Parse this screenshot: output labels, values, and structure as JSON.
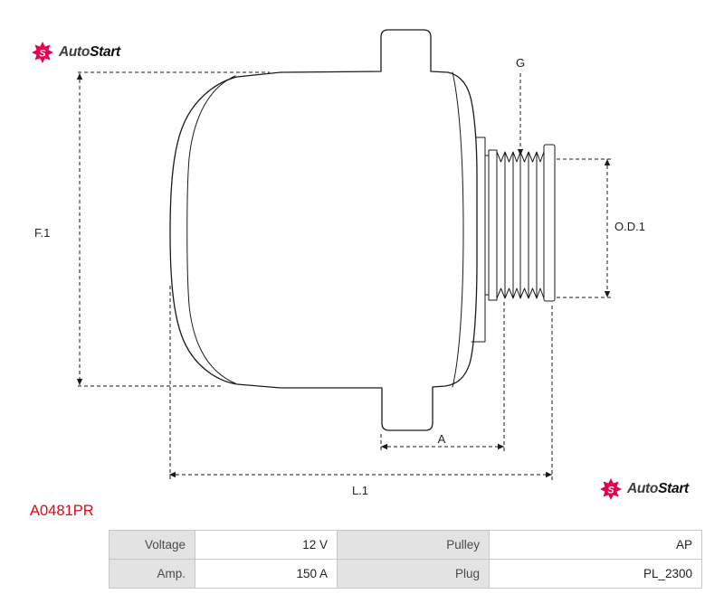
{
  "brand": {
    "name_part1": "Auto",
    "name_part2": "Start",
    "icon": "gear-starburst-with-s"
  },
  "part_number": "A0481PR",
  "diagram": {
    "type": "alternator-side-view-technical-drawing",
    "labels": {
      "f1": "F.1",
      "g": "G",
      "od1": "O.D.1",
      "a": "A",
      "l1": "L.1"
    }
  },
  "specs": {
    "rows": [
      {
        "label1": "Voltage",
        "value1": "12 V",
        "label2": "Pulley",
        "value2": "AP"
      },
      {
        "label1": "Amp.",
        "value1": "150 A",
        "label2": "Plug",
        "value2": "PL_2300"
      }
    ]
  },
  "colors": {
    "accent_icon": "#e6004e",
    "part_number": "#e30613",
    "line": "#1a1a1a",
    "table_label_bg": "#e3e3e3",
    "table_border": "#c6c6c6"
  }
}
